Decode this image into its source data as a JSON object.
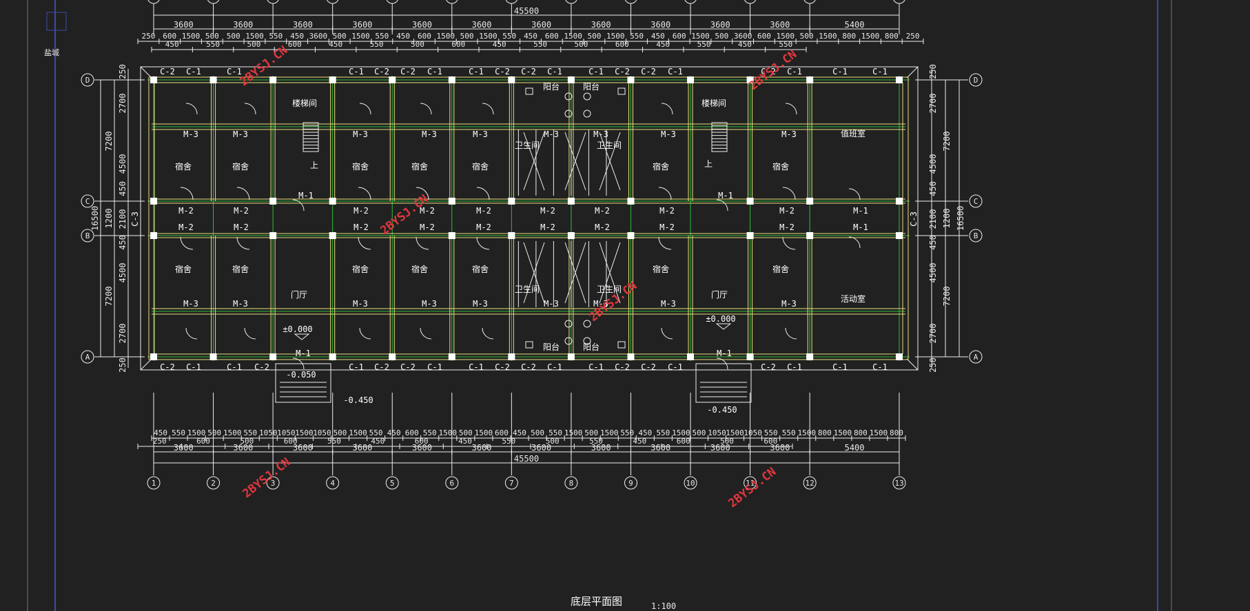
{
  "drawing": {
    "title": "底层平面图",
    "scale": "1:100",
    "total_dim": "45500",
    "total_depth": "16500",
    "vertical_dims": [
      "2700",
      "4500",
      "7200",
      "450",
      "2100",
      "1200",
      "450",
      "4500",
      "7200",
      "2700",
      "250"
    ],
    "col_dims_top": [
      "3600",
      "3600",
      "3600",
      "3600",
      "3600",
      "3600",
      "3600",
      "3600",
      "3600",
      "3600",
      "3600",
      "5400"
    ],
    "sub_dims_top": [
      "250",
      "600",
      "1500",
      "500",
      "500",
      "1500",
      "550",
      "450",
      "3600",
      "500",
      "1500",
      "550",
      "450",
      "600",
      "1500",
      "500",
      "1500",
      "550",
      "450",
      "600",
      "1500",
      "500",
      "1500",
      "550",
      "450",
      "600",
      "1500",
      "500",
      "3600",
      "600",
      "1500",
      "500",
      "1500",
      "800",
      "1500",
      "800",
      "250"
    ],
    "sub2_dims_top": [
      "450",
      "550",
      "500",
      "600",
      "450",
      "550",
      "500",
      "600",
      "450",
      "550",
      "500",
      "600",
      "450",
      "550",
      "450",
      "550"
    ],
    "sub_dims_bottom": [
      "450",
      "550",
      "1500",
      "500",
      "1500",
      "550",
      "1050",
      "1050",
      "1500",
      "1050",
      "500",
      "1500",
      "550",
      "450",
      "600",
      "550",
      "1500",
      "500",
      "1500",
      "600",
      "450",
      "500",
      "550",
      "1500",
      "500",
      "1500",
      "550",
      "450",
      "550",
      "1500",
      "500",
      "1050",
      "1500",
      "1050",
      "550",
      "550",
      "1500",
      "800",
      "1500",
      "800",
      "1500",
      "800"
    ],
    "sub2_dims_bottom": [
      "250",
      "600",
      "500",
      "600",
      "550",
      "450",
      "600",
      "450",
      "550",
      "500",
      "550",
      "450",
      "600",
      "500",
      "600"
    ],
    "axis_cols": [
      "1",
      "2",
      "3",
      "4",
      "5",
      "6",
      "7",
      "8",
      "9",
      "10",
      "11",
      "12",
      "13"
    ],
    "axis_rows": [
      "D",
      "C",
      "B",
      "A"
    ],
    "rooms": {
      "dorm": "宿舍",
      "stair": "楼梯间",
      "hall": "门厅",
      "toilet": "卫生间",
      "balcony": "阳台",
      "duty": "值班室",
      "activity": "活动室",
      "up": "上"
    },
    "windows": {
      "c1": "C-1",
      "c2": "C-2",
      "c3": "C-3"
    },
    "doors": {
      "m1": "M-1",
      "m2": "M-2",
      "m3": "M-3"
    },
    "levels": {
      "l0": "±0.000",
      "l1": "-0.050",
      "l2": "-0.450"
    },
    "watermark": "2BYSJ.CN",
    "sidebar_text": "盐城"
  },
  "colors": {
    "background": "#212121",
    "lines": "#f0f0f0",
    "walls": "#e6e07a",
    "axis_green": "#2fbf3a",
    "frame": "#3b4aa8",
    "watermark": "#e0373e"
  }
}
